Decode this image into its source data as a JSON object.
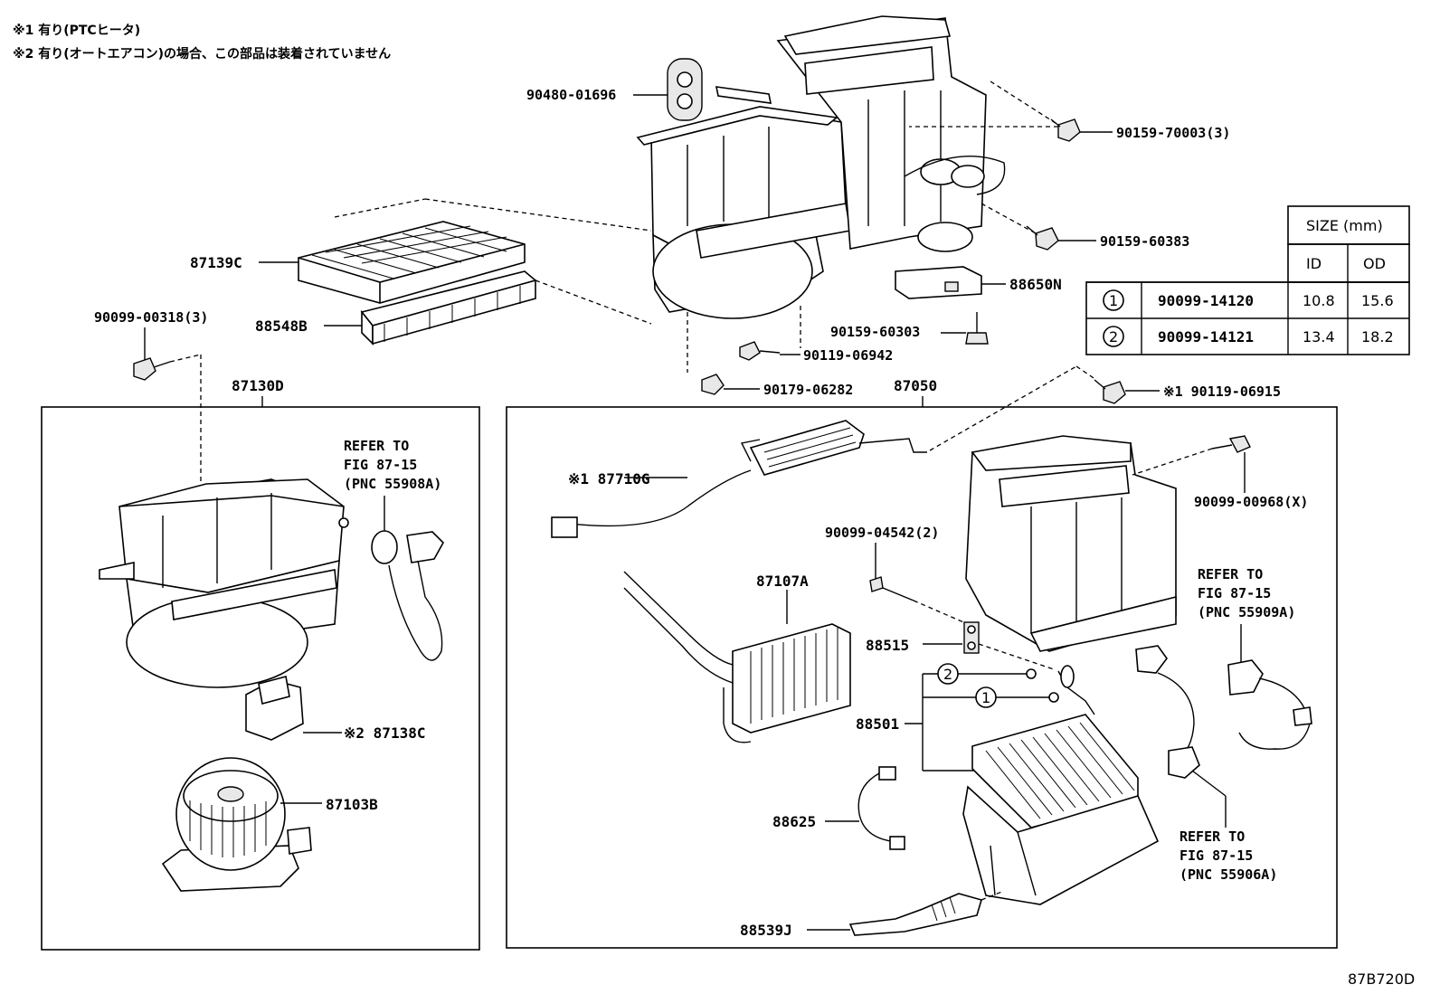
{
  "notes": [
    "※1 有り(PTCヒータ)",
    "※2 有り(オートエアコン)の場合、この部品は装着されていません"
  ],
  "parts": {
    "p90480_01696": "90480-01696",
    "p90159_70003": "90159-70003(3)",
    "p90159_60383": "90159-60383",
    "p87139C": "87139C",
    "p88548B": "88548B",
    "p90099_00318": "90099-00318(3)",
    "p88650N": "88650N",
    "p90159_60303": "90159-60303",
    "p90119_06942": "90119-06942",
    "p90179_06282": "90179-06282",
    "p87130D": "87130D",
    "p87050": "87050",
    "p90119_06915": "※1 90119-06915",
    "p87710G": "※1 87710G",
    "p90099_00968": "90099-00968(X)",
    "p90099_04542": "90099-04542(2)",
    "p87107A": "87107A",
    "p88515": "88515",
    "p88501": "88501",
    "p87138C": "※2 87138C",
    "p87103B": "87103B",
    "p88625": "88625",
    "p88539J": "88539J"
  },
  "refer_a": [
    "REFER TO",
    "FIG 87-15",
    "(PNC 55908A)"
  ],
  "refer_b": [
    "REFER TO",
    "FIG 87-15",
    "(PNC 55909A)"
  ],
  "refer_c": [
    "REFER TO",
    "FIG 87-15",
    "(PNC 55906A)"
  ],
  "callouts": {
    "one": "1",
    "two": "2"
  },
  "size_table": {
    "header": "SIZE (mm)",
    "col_id": "ID",
    "col_od": "OD",
    "rows": [
      {
        "mark": "1",
        "part": "90099-14120",
        "id": "10.8",
        "od": "15.6"
      },
      {
        "mark": "2",
        "part": "90099-14121",
        "id": "13.4",
        "od": "18.2"
      }
    ]
  },
  "figure_code": "87B720D"
}
